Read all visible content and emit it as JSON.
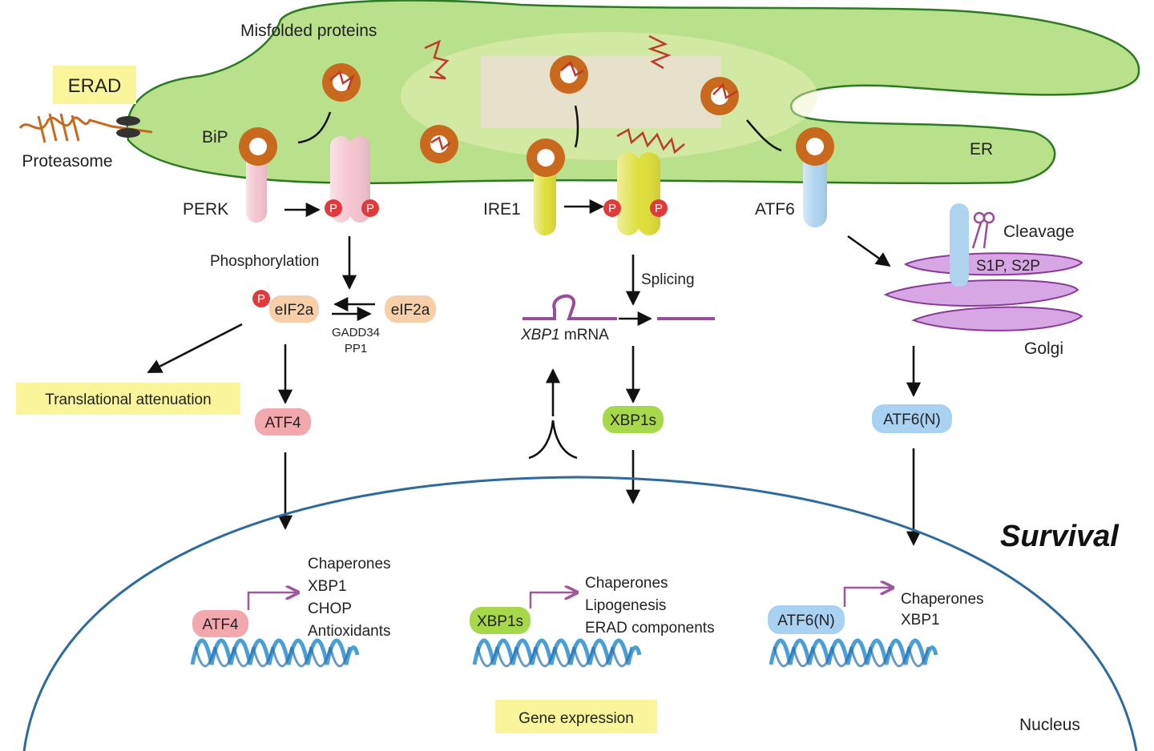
{
  "labels": {
    "misfolded": "Misfolded proteins",
    "erad": "ERAD",
    "proteasome": "Proteasome",
    "bip": "BiP",
    "er": "ER",
    "perk": "PERK",
    "ire1": "IRE1",
    "atf6": "ATF6",
    "p": "P",
    "phosphorylation": "Phosphorylation",
    "eif2a_p": "eIF2a",
    "eif2a": "eIF2a",
    "gadd34": "GADD34",
    "pp1": "PP1",
    "translational": "Translational attenuation",
    "atf4": "ATF4",
    "splicing": "Splicing",
    "xbp1_mrna_italic": "XBP1",
    "xbp1_mrna_rest": " mRNA",
    "xbp1s": "XBP1s",
    "cleavage": "Cleavage",
    "s1p_s2p": "S1P, S2P",
    "golgi": "Golgi",
    "atf6n": "ATF6(N)",
    "survival": "Survival",
    "gene_expression": "Gene expression",
    "nucleus": "Nucleus"
  },
  "targets": {
    "atf4": [
      "Chaperones",
      "XBP1",
      "CHOP",
      "Antioxidants"
    ],
    "xbp1s": [
      "Chaperones",
      "Lipogenesis",
      "ERAD components"
    ],
    "atf6n": [
      "Chaperones",
      "XBP1"
    ]
  },
  "colors": {
    "er_fill": "#b9e08a",
    "er_stroke": "#2d7a22",
    "bip": "#c8691e",
    "perk": "#f4c4cf",
    "ire1": "#dede3a",
    "atf6": "#aed3ef",
    "phospho": "#e23a3a",
    "eif2a": "#f6cfa8",
    "atf4_pill": "#f2a8ad",
    "xbp1s_pill": "#a6d84a",
    "atf6n_pill": "#a9d1f2",
    "highlight": "#faf59a",
    "golgi": "#d7a6e4",
    "xbp1_mrna": "#9b4b9b",
    "nucleus": "#2d6a9e",
    "dna": "#4a9fd8"
  }
}
